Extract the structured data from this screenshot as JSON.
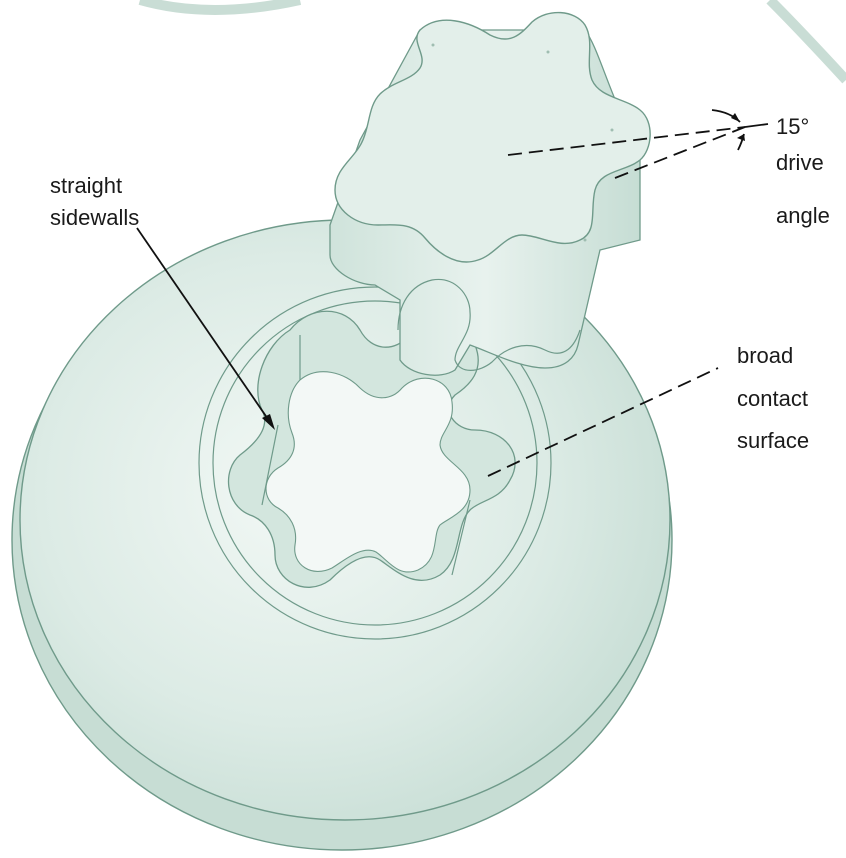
{
  "labels": {
    "straight_sidewalls": [
      "straight",
      "sidewalls"
    ],
    "drive_angle": [
      "15°",
      "drive",
      "angle"
    ],
    "broad_contact": [
      "broad",
      "contact",
      "surface"
    ]
  },
  "colors": {
    "background": "#ffffff",
    "part_fill": "#dcebe5",
    "part_shade": "#c3dbd2",
    "edge": "#6f9a8a",
    "recess": "#eef5f2",
    "text": "#1a1a1a"
  },
  "icons": {
    "drive_bit": "hexalobular-bit-icon",
    "screw_head": "screw-head-icon"
  }
}
